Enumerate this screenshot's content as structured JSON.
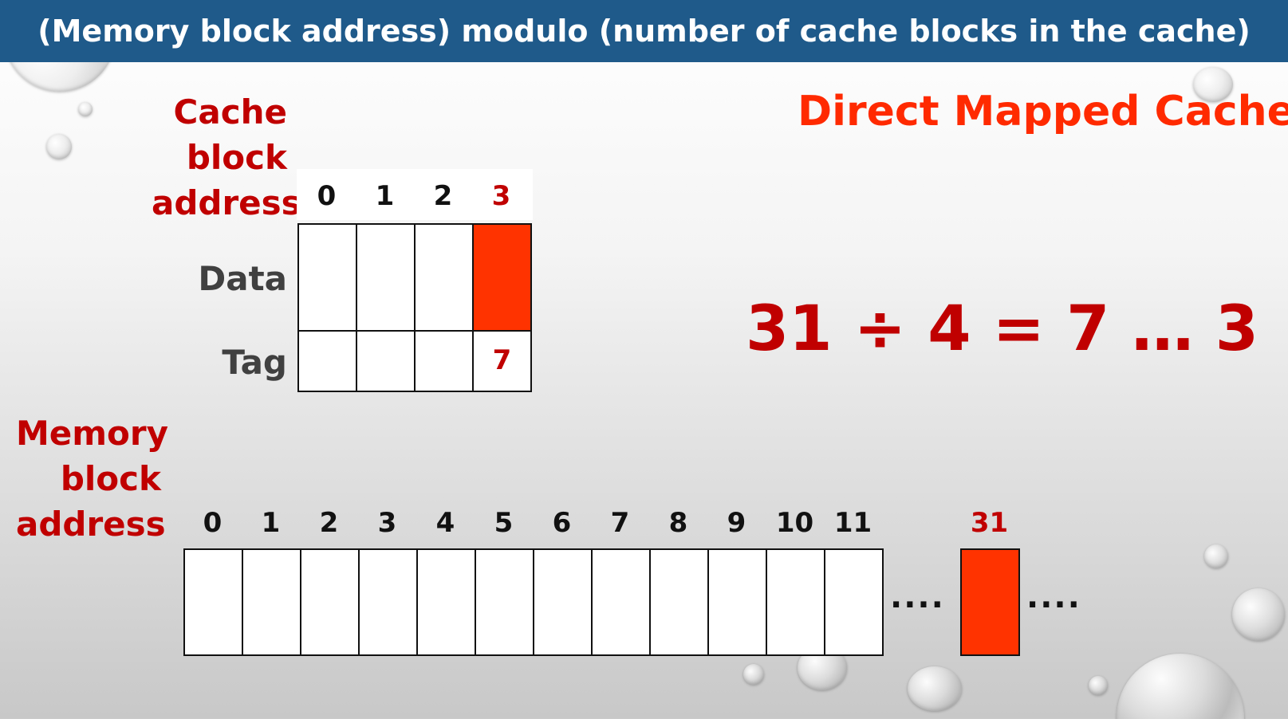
{
  "header": {
    "title": "(Memory block address) modulo (number of cache blocks in the cache)"
  },
  "slide_title": "Direct Mapped Cache",
  "cache": {
    "label_lines": [
      "Cache",
      "block",
      "address"
    ],
    "indices": [
      "0",
      "1",
      "2",
      "3"
    ],
    "highlight_index": "3",
    "data_label": "Data",
    "tag_label": "Tag",
    "tag_value": "7"
  },
  "memory": {
    "label_lines": [
      "Memory",
      "block",
      "address"
    ],
    "indices": [
      "0",
      "1",
      "2",
      "3",
      "4",
      "5",
      "6",
      "7",
      "8",
      "9",
      "10",
      "11"
    ],
    "ellipsis": "....",
    "highlight_index": "31"
  },
  "equation": "31 ÷ 4 = 7 … 3",
  "colors": {
    "header_bg": "#1f5a8a",
    "highlight_fill": "#ff3300",
    "label_red": "#c00000",
    "title_orange": "#ff2a00"
  }
}
